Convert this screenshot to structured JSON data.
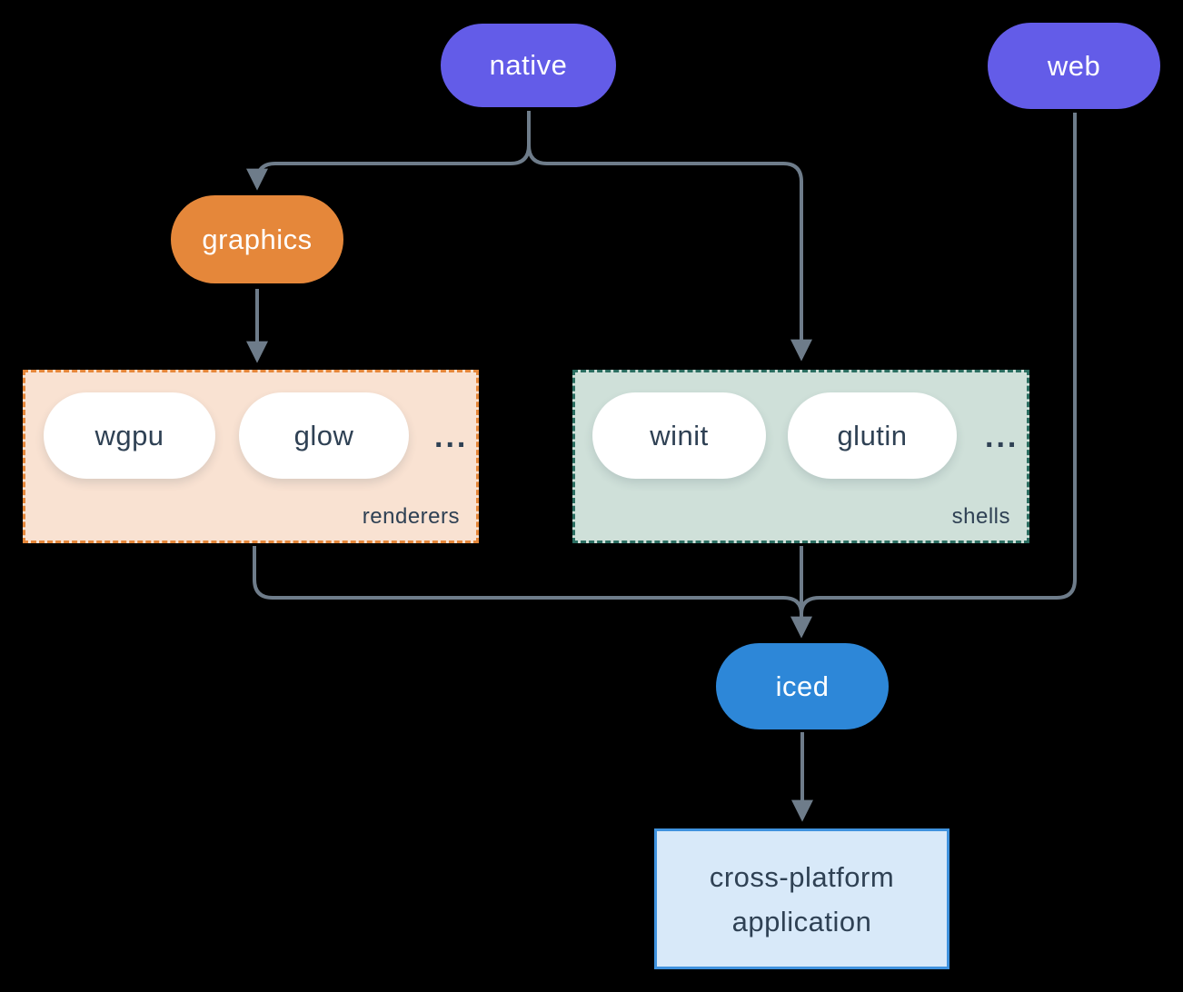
{
  "nodes": {
    "native": {
      "label": "native"
    },
    "web": {
      "label": "web"
    },
    "graphics": {
      "label": "graphics"
    },
    "iced": {
      "label": "iced"
    },
    "application": {
      "line1": "cross-platform",
      "line2": "application"
    }
  },
  "groups": {
    "renderers": {
      "label": "renderers",
      "items": [
        "wgpu",
        "glow"
      ],
      "ellipsis": "..."
    },
    "shells": {
      "label": "shells",
      "items": [
        "winit",
        "glutin"
      ],
      "ellipsis": "..."
    }
  },
  "colors": {
    "background": "#000000",
    "platform_pill": "#635ce8",
    "graphics_pill": "#e5873a",
    "iced_pill": "#2d87d8",
    "renderers_fill": "#f9e2d2",
    "renderers_border": "#e5873a",
    "shells_fill": "#cfe0d9",
    "shells_border": "#2b6e61",
    "application_fill": "#d8e9f9",
    "application_border": "#3f92de",
    "connector": "#6e7c8a",
    "dark_text": "#2f4154",
    "light_text": "#ffffff"
  }
}
